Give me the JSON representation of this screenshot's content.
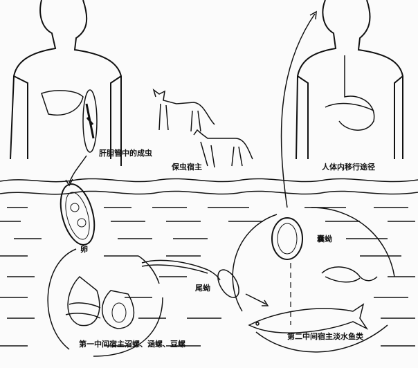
{
  "labels": {
    "adult": "肝胆管中的成虫",
    "reservoir_host": "保虫宿主",
    "migration": "人体内移行途径",
    "egg": "卵",
    "metacercaria": "囊蚴",
    "cercaria": "尾蚴",
    "first_host": "第一中间宿主沼螺、涵螺、豆螺",
    "second_host": "第二中间宿主淡水鱼类"
  }
}
